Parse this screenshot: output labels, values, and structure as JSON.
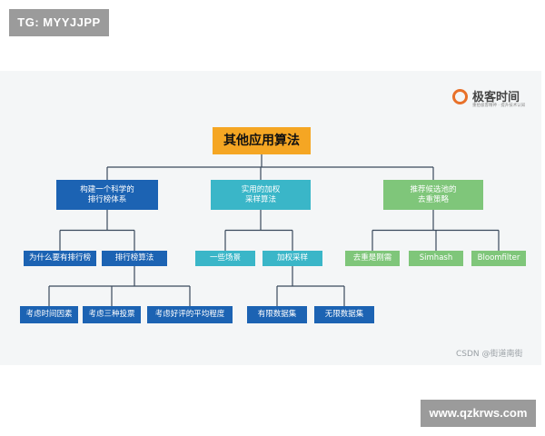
{
  "tag_label": "TG: MYYJJPP",
  "logo": {
    "name": "极客时间",
    "subtitle": "重拾极客精神 · 提升技术认知"
  },
  "watermark": "CSDN @街道南街",
  "footer_url": "www.qzkrws.com",
  "colors": {
    "root": "#f5a623",
    "blue": "#1c63b3",
    "teal": "#3ab6c8",
    "green": "#7fc67a",
    "line": "#3a4a5c"
  },
  "tree": {
    "root": "其他应用算法",
    "l1": [
      {
        "id": "a",
        "label": "构建一个科学的\n排行榜体系",
        "color": "blue"
      },
      {
        "id": "b",
        "label": "实用的加权\n采样算法",
        "color": "teal"
      },
      {
        "id": "c",
        "label": "推荐候选池的\n去重策略",
        "color": "green"
      }
    ],
    "l2": [
      {
        "id": "a1",
        "parent": "a",
        "label": "为什么要有排行榜",
        "color": "blue"
      },
      {
        "id": "a2",
        "parent": "a",
        "label": "排行榜算法",
        "color": "blue"
      },
      {
        "id": "b1",
        "parent": "b",
        "label": "一些场景",
        "color": "teal"
      },
      {
        "id": "b2",
        "parent": "b",
        "label": "加权采样",
        "color": "teal"
      },
      {
        "id": "c1",
        "parent": "c",
        "label": "去重是刚需",
        "color": "green"
      },
      {
        "id": "c2",
        "parent": "c",
        "label": "Simhash",
        "color": "green"
      },
      {
        "id": "c3",
        "parent": "c",
        "label": "Bloomfilter",
        "color": "green"
      }
    ],
    "l3": [
      {
        "id": "a2x",
        "parent": "a2",
        "label": "考虑时间因素",
        "color": "blue"
      },
      {
        "id": "a2y",
        "parent": "a2",
        "label": "考虑三种投票",
        "color": "blue"
      },
      {
        "id": "a2z",
        "parent": "a2",
        "label": "考虑好评的平均程度",
        "color": "blue"
      },
      {
        "id": "b2x",
        "parent": "b2",
        "label": "有限数据集",
        "color": "blue"
      },
      {
        "id": "b2y",
        "parent": "b2",
        "label": "无限数据集",
        "color": "blue"
      }
    ]
  }
}
